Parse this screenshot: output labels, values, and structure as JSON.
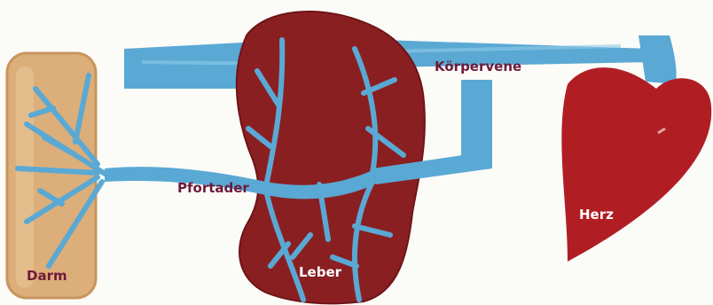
{
  "labels": {
    "darm": "Darm",
    "leber": "Leber",
    "pfortader": "Pfortader",
    "koerpervene": "Körpervene",
    "herz": "Herz"
  },
  "colors": {
    "vessel": "#5aa9d4",
    "vessel_highlight": "#8fcbe8",
    "liver": "#8a1f22",
    "liver_dark": "#6d1418",
    "heart": "#b01e24",
    "intestine": "#dcae7a",
    "intestine_dark": "#c9955d",
    "label_dark": "#6e1a3a",
    "label_light": "#ffffff"
  }
}
